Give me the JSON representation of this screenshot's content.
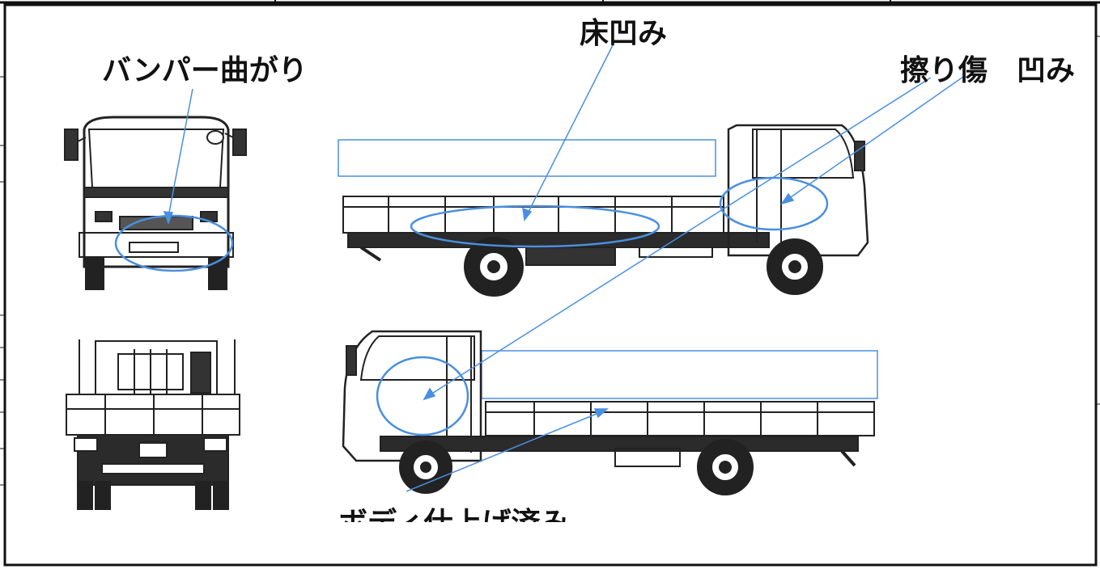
{
  "annotations": {
    "bumper_label": "バンパー曲がり",
    "floor_label": "床凹み",
    "scratch_label": "擦り傷　凹み",
    "partial_label": "ボディ仕上げ済み"
  },
  "colors": {
    "annotation_blue": "#4a8fe0",
    "line_art": "#222222",
    "frame": "#111111"
  },
  "views": [
    "front-view",
    "rear-view",
    "left-side-view",
    "right-side-view"
  ]
}
